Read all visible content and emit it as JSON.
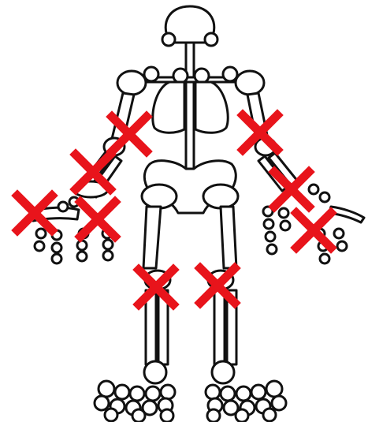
{
  "diagram": {
    "subject": "human-skeleton-front-view",
    "marker_symbol": "cross",
    "colors": {
      "background": "#ffffff",
      "outline": "#111111",
      "bone_fill": "#ffffff",
      "marker": "#e8141b"
    },
    "markers": [
      {
        "joint": "left-elbow"
      },
      {
        "joint": "left-wrist"
      },
      {
        "joint": "left-fingers-outer"
      },
      {
        "joint": "left-knuckles"
      },
      {
        "joint": "right-elbow"
      },
      {
        "joint": "right-wrist"
      },
      {
        "joint": "right-knuckles"
      },
      {
        "joint": "left-knee"
      },
      {
        "joint": "right-knee"
      }
    ]
  }
}
